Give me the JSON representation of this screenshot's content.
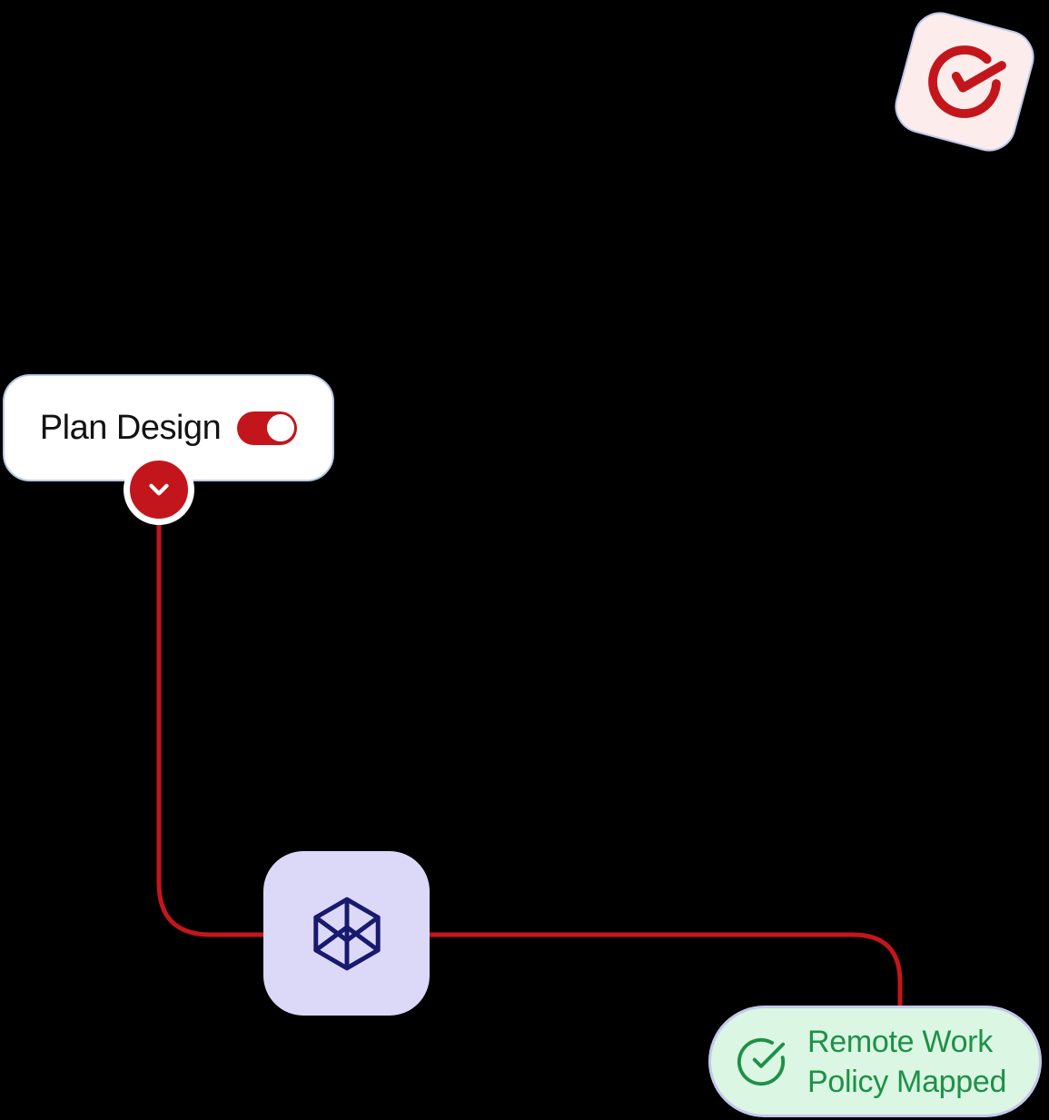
{
  "colors": {
    "background": "#000000",
    "red": "#c3161c",
    "navy": "#181a6e",
    "green": "#1e9148",
    "pink_bg": "#fdecec",
    "blue_border": "#bac9e6",
    "lavender_bg": "#dcd8f8",
    "mint_bg": "#dbf6e3",
    "pill_border": "#c3c9ea",
    "card_bg": "#ffffff",
    "text_dark": "#121212"
  },
  "approval_badge": {
    "icon": "check-circle-icon"
  },
  "plan_card": {
    "label": "Plan Design",
    "toggle_state": "on",
    "expander_icon": "chevron-down-icon"
  },
  "cube_card": {
    "icon": "cube-wireframe-icon"
  },
  "status_pill": {
    "icon": "check-circle-icon",
    "line1": "Remote Work",
    "line2": "Policy Mapped"
  }
}
